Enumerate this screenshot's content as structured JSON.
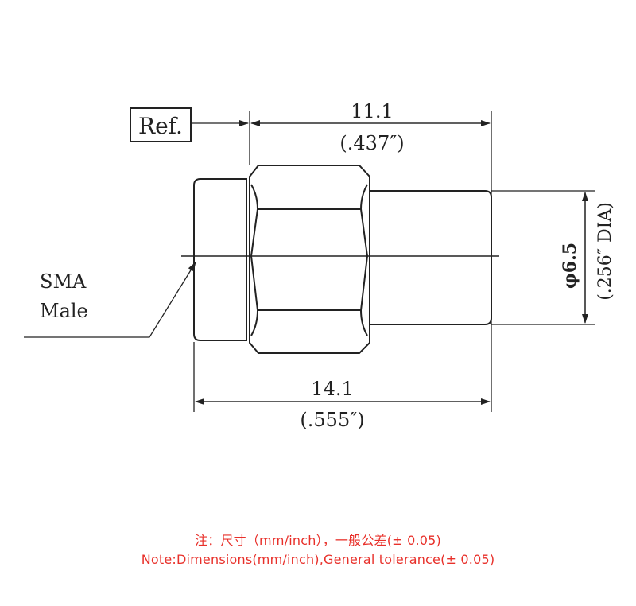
{
  "drawing": {
    "ref_label": "Ref.",
    "dim_top_mm": "11.1",
    "dim_top_in": "(.437″)",
    "dim_bottom_mm": "14.1",
    "dim_bottom_in": "(.555″)",
    "dim_dia_mm": "φ6.5",
    "dim_dia_in": "(.256″ DIA)",
    "callout_line1": "SMA",
    "callout_line2": "Male"
  },
  "notes": {
    "line_cn": "注：尺寸（mm/inch），一般公差(± 0.05)",
    "line_en": "Note:Dimensions(mm/inch),General tolerance(± 0.05)"
  },
  "colors": {
    "line": "#222222",
    "note": "#e8302a"
  }
}
